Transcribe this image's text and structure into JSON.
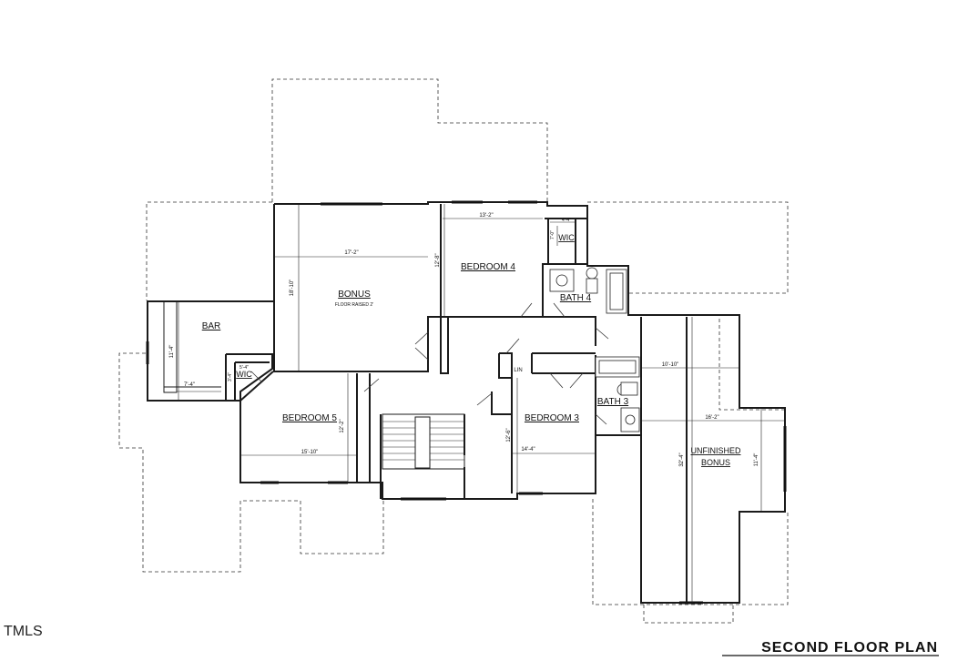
{
  "plan": {
    "title": "SECOND FLOOR PLAN",
    "watermark": "TMLS"
  },
  "rooms": {
    "bar": "BAR",
    "bonus": "BONUS",
    "bonus_note": "FLOOR RAISED 2'",
    "wic_left": "WIC",
    "bedroom4": "BEDROOM 4",
    "wic_right": "WIC",
    "bath4": "BATH 4",
    "bedroom5": "BEDROOM 5",
    "bedroom3": "BEDROOM 3",
    "bath3": "BATH 3",
    "lin": "LIN",
    "unfinished_line1": "UNFINISHED",
    "unfinished_line2": "BONUS"
  },
  "dimensions": {
    "bar_h": "11'-4\"",
    "bar_w": "7'-4\"",
    "bonus_w": "17'-2\"",
    "bonus_h": "18'-10\"",
    "wic_left_w": "5'-4\"",
    "wic_left_h": "3'-4\"",
    "bed4_w": "13'-2\"",
    "bed4_h": "12'-8\"",
    "wic_right_w": "4'-4\"",
    "wic_right_h": "7'-0\"",
    "bed5_w": "15'-10\"",
    "bed5_h": "12'-2\"",
    "bed3_w": "14'-4\"",
    "bed3_h": "12'-6\"",
    "unf_w1": "10'-10\"",
    "unf_w2": "16'-2\"",
    "unf_h1": "32'-4\"",
    "unf_h2": "11'-4\""
  }
}
